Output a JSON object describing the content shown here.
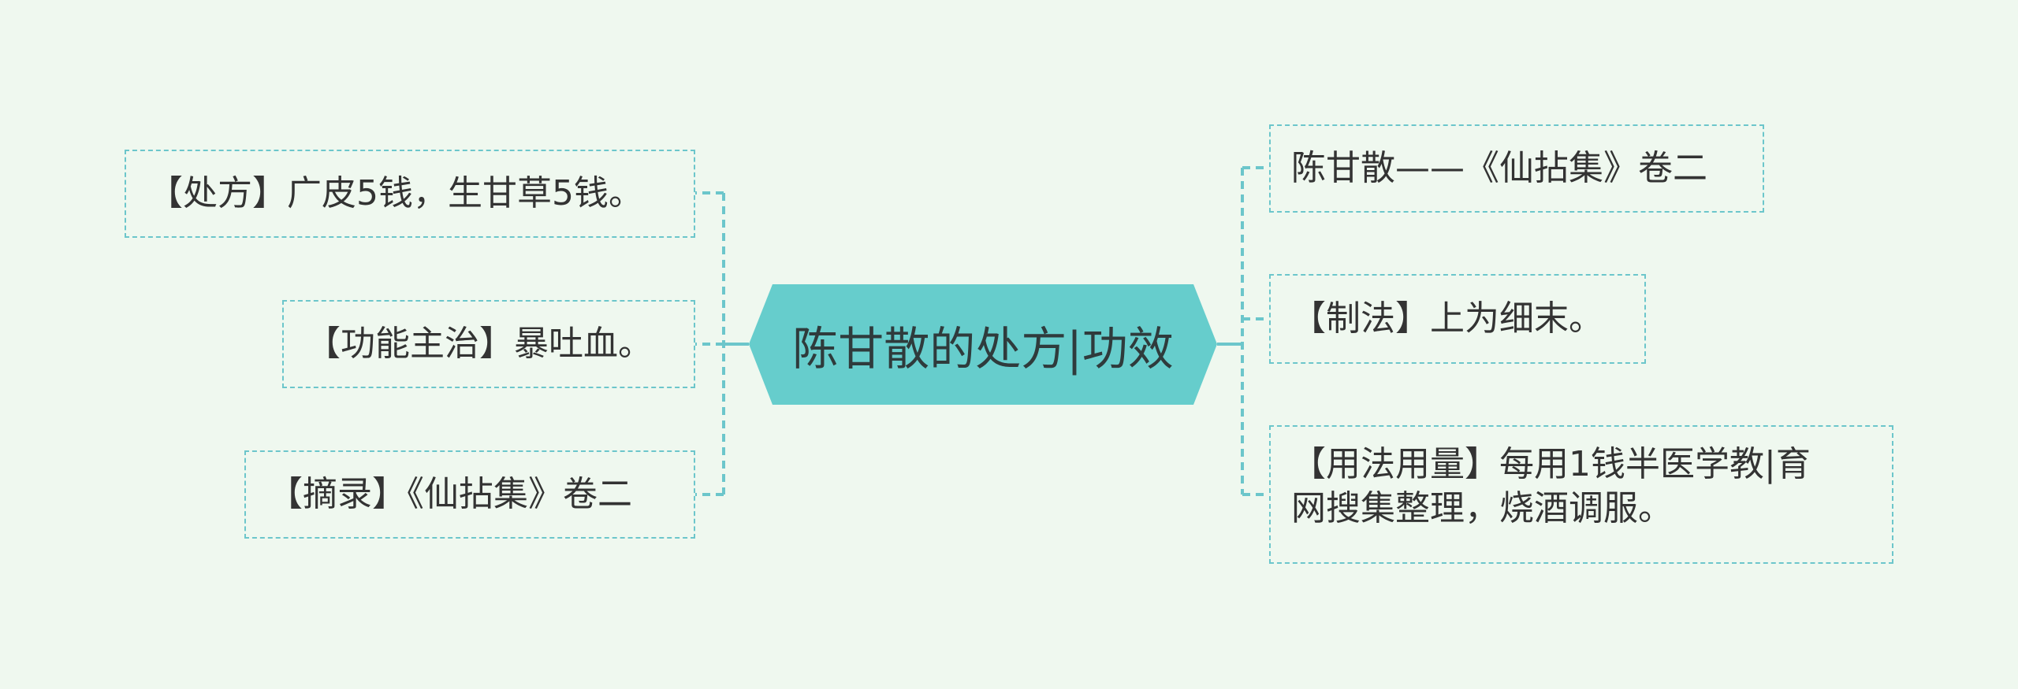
{
  "center": {
    "label": "陈甘散的处方|功效",
    "fill": "#66cdcc"
  },
  "left_nodes": [
    {
      "label": "【处方】广皮5钱，生甘草5钱。"
    },
    {
      "label": "【功能主治】暴吐血。"
    },
    {
      "label": "【摘录】《仙拈集》卷二"
    }
  ],
  "right_nodes": [
    {
      "label": "陈甘散——《仙拈集》卷二"
    },
    {
      "label": "【制法】上为细末。"
    },
    {
      "label_line1": "【用法用量】每用1钱半医学教|育",
      "label_line2": "网搜集整理，烧酒调服。"
    }
  ],
  "colors": {
    "background": "#eff8ef",
    "border": "#6cc6cb",
    "text": "#333333"
  }
}
